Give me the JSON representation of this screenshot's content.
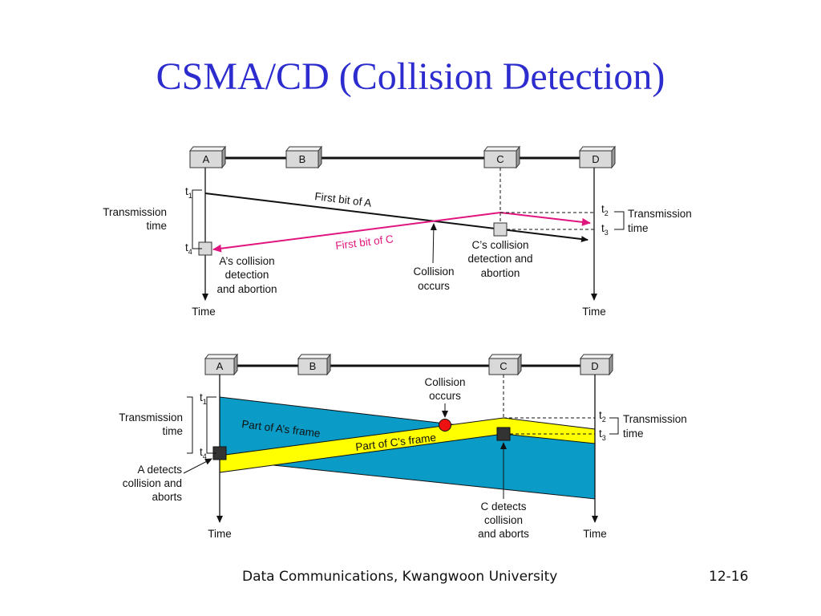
{
  "title": "CSMA/CD (Collision Detection)",
  "stations": [
    "A",
    "B",
    "C",
    "D"
  ],
  "top": {
    "t1": "t",
    "t1_sub": "1",
    "t2": "t",
    "t2_sub": "2",
    "t3": "t",
    "t3_sub": "3",
    "t4": "t",
    "t4_sub": "4",
    "left_tx": [
      "Transmission",
      "time"
    ],
    "right_tx": [
      "Transmission",
      "time"
    ],
    "first_bit_a": "First bit of A",
    "first_bit_c": "First bit of C",
    "a_detect": [
      "A’s collision",
      "detection",
      "and abortion"
    ],
    "c_detect": [
      "C’s collision",
      "detection and",
      "abortion"
    ],
    "collision": [
      "Collision",
      "occurs"
    ],
    "time_a": "Time",
    "time_d": "Time"
  },
  "bottom": {
    "t1": "t",
    "t1_sub": "1",
    "t2": "t",
    "t2_sub": "2",
    "t3": "t",
    "t3_sub": "3",
    "t4": "t",
    "t4_sub": "4",
    "left_tx": [
      "Transmission",
      "time"
    ],
    "right_tx": [
      "Transmission",
      "time"
    ],
    "part_a": "Part of A’s frame",
    "part_c": "Part of C’s frame",
    "collision": [
      "Collision",
      "occurs"
    ],
    "a_detect": [
      "A detects",
      "collision and",
      "aborts"
    ],
    "c_detect": [
      "C detects",
      "collision",
      "and aborts"
    ],
    "time_a": "Time",
    "time_d": "Time"
  },
  "colors": {
    "title": "#2c2ccf",
    "pink": "#e0157e",
    "blue_frame": "#0a9bc6",
    "yellow_frame": "#ffff00",
    "collision_dot": "#ee1111",
    "station_box": "#d9d9d9"
  },
  "footer": {
    "left": "Data Communications, Kwangwoon University",
    "right": "12-16"
  }
}
